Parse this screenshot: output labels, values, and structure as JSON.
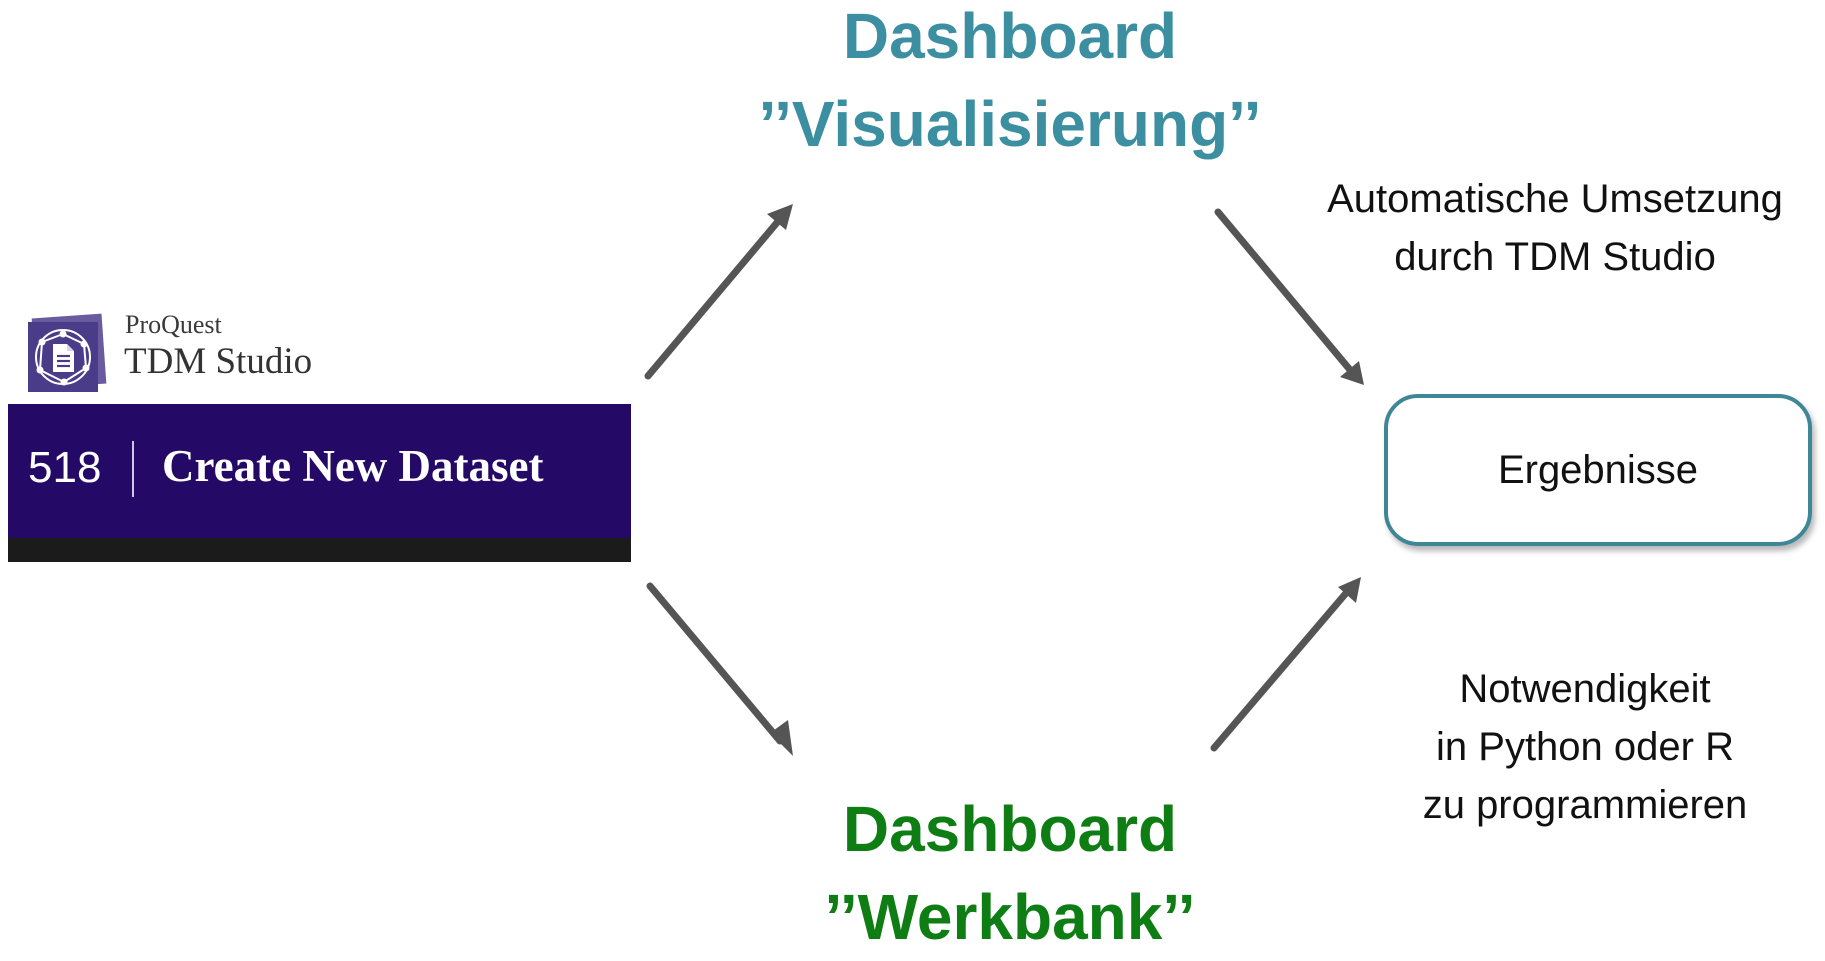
{
  "diagram": {
    "top_node": {
      "line1": "Dashboard",
      "line2": "’’Visualisierung’’",
      "color": "#3c8fa0"
    },
    "bottom_node": {
      "line1": "Dashboard",
      "line2": "’’Werkbank’’",
      "color": "#0d7d14"
    },
    "top_caption": {
      "line1": "Automatische Umsetzung",
      "line2": "durch TDM Studio"
    },
    "bottom_caption": {
      "line1": "Notwendigkeit",
      "line2": "in Python oder R",
      "line3": "zu programmieren"
    },
    "result": {
      "label": "Ergebnisse",
      "border_color": "#3f8796"
    },
    "source": {
      "brand_small": "ProQuest",
      "brand_large": "TDM Studio",
      "dataset_count": "518",
      "dataset_action": "Create New Dataset",
      "banner_color": "#240a66",
      "logo_icon": "tdm-studio-logo-icon"
    },
    "arrow_color": "#555555"
  }
}
